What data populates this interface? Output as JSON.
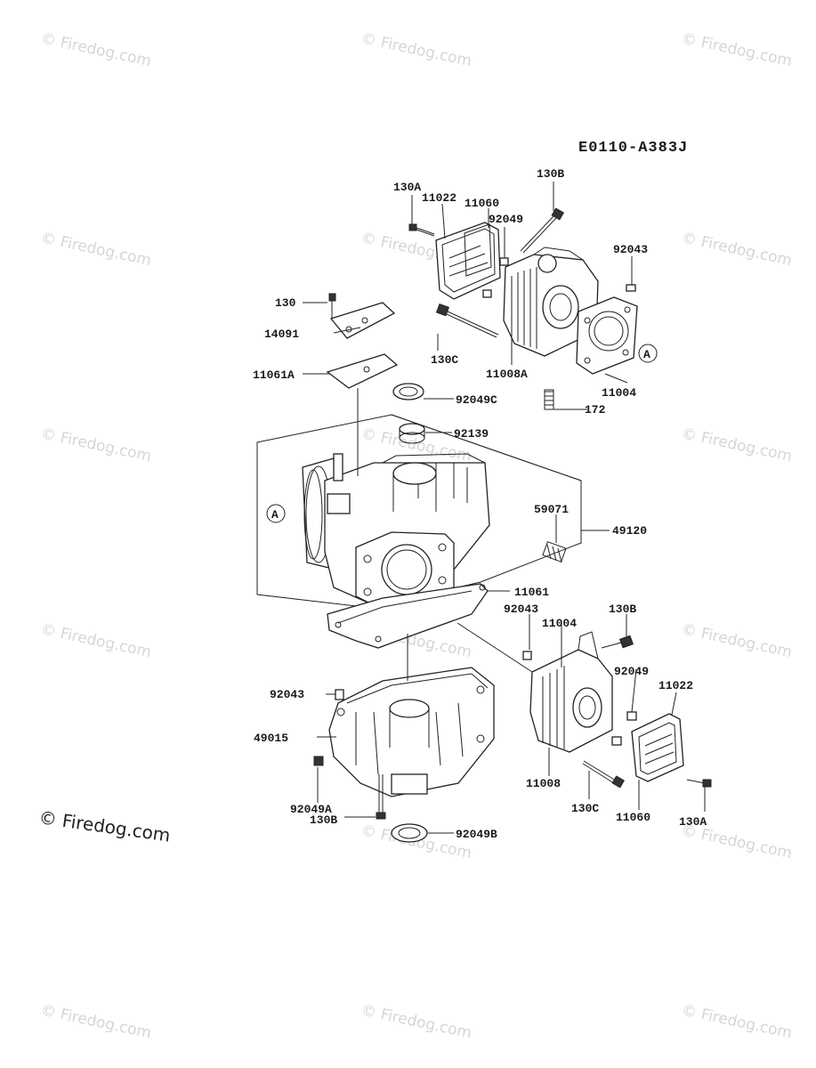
{
  "diagram_code": "E0110-A383J",
  "copyright": "© Firedog.com",
  "watermark_text": "© Firedog.com",
  "callout_marker": "A",
  "labels": {
    "130A_top": "130A",
    "11022_top": "11022",
    "11060_top": "11060",
    "130B_top": "130B",
    "92049_top": "92049",
    "92043_top": "92043",
    "130_left": "130",
    "14091": "14091",
    "130C_top": "130C",
    "11008A": "11008A",
    "11004_top": "11004",
    "11061A": "11061A",
    "92049C": "92049C",
    "172": "172",
    "92139": "92139",
    "59071": "59071",
    "49120": "49120",
    "11061": "11061",
    "92043_mid": "92043",
    "11004_mid": "11004",
    "130B_mid": "130B",
    "92049_mid": "92049",
    "11022_bottom": "11022",
    "92043_left": "92043",
    "49015": "49015",
    "92049A": "92049A",
    "130B_bottom": "130B",
    "92049B": "92049B",
    "11008": "11008",
    "130C_bottom": "130C",
    "11060_bottom": "11060",
    "130A_bottom": "130A"
  }
}
